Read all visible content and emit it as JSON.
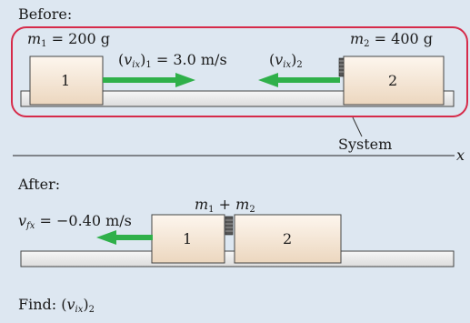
{
  "before": {
    "heading": "Before:",
    "m1": {
      "symbol": "m",
      "sub": "1",
      "value": "= 200 g"
    },
    "m2": {
      "symbol": "m",
      "sub": "2",
      "value": "= 400 g"
    },
    "v1": {
      "open": "(",
      "symbol": "v",
      "sub": "ix",
      "close": ")",
      "idx": "1",
      "value": "= 3.0 m/s"
    },
    "v2": {
      "open": "(",
      "symbol": "v",
      "sub": "ix",
      "close": ")",
      "idx": "2"
    },
    "block1": "1",
    "block2": "2",
    "system": "System",
    "axis": "x"
  },
  "after": {
    "heading": "After:",
    "combined": {
      "a": "m",
      "a_sub": "1",
      "plus": "+",
      "b": "m",
      "b_sub": "2"
    },
    "vf": {
      "symbol": "v",
      "sub": "fx",
      "value": "= −0.40 m/s"
    },
    "block1": "1",
    "block2": "2"
  },
  "find": {
    "label": "Find:",
    "open": "(",
    "symbol": "v",
    "sub": "ix",
    "close": ")",
    "idx": "2"
  },
  "colors": {
    "background": "#dde7f1",
    "system_outline": "#d62b4a",
    "arrow": "#2fb04a",
    "block_light": "#fbf1e6",
    "block_dark": "#e8d2b8",
    "track": "#eeeeee"
  }
}
